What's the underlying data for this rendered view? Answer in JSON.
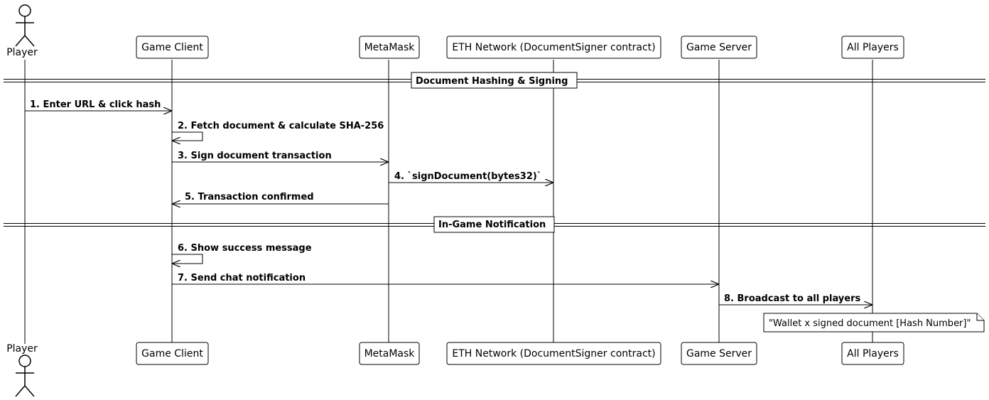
{
  "participants": [
    {
      "id": "player",
      "kind": "actor",
      "label": "Player"
    },
    {
      "id": "client",
      "kind": "box",
      "label": "Game Client"
    },
    {
      "id": "metamask",
      "kind": "box",
      "label": "MetaMask"
    },
    {
      "id": "eth",
      "kind": "box",
      "label": "ETH Network (DocumentSigner contract)"
    },
    {
      "id": "server",
      "kind": "box",
      "label": "Game Server"
    },
    {
      "id": "all",
      "kind": "box",
      "label": "All Players"
    }
  ],
  "sections": [
    {
      "label": "Document Hashing & Signing"
    },
    {
      "label": "In-Game Notification"
    }
  ],
  "messages": [
    {
      "from": "player",
      "to": "client",
      "label": "1. Enter URL & click hash"
    },
    {
      "from": "client",
      "to": "client",
      "label": "2. Fetch document & calculate SHA-256"
    },
    {
      "from": "client",
      "to": "metamask",
      "label": "3. Sign document transaction"
    },
    {
      "from": "metamask",
      "to": "eth",
      "label": "4. `signDocument(bytes32)`"
    },
    {
      "from": "metamask",
      "to": "client",
      "label": "5. Transaction confirmed"
    },
    {
      "from": "client",
      "to": "client",
      "label": "6. Show success message"
    },
    {
      "from": "client",
      "to": "server",
      "label": "7. Send chat notification"
    },
    {
      "from": "server",
      "to": "all",
      "label": "8. Broadcast to all players"
    }
  ],
  "note": {
    "over": "all",
    "label": "\"Wallet x signed document [Hash Number]\""
  }
}
